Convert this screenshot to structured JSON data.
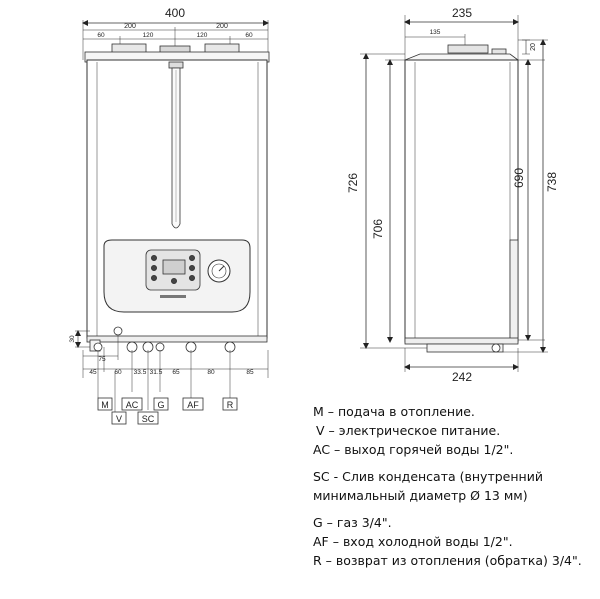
{
  "front_view": {
    "overall_width": "400",
    "width_200_left": "200",
    "width_200_right": "200",
    "sub_60_left": "60",
    "sub_120_left": "120",
    "sub_120_right": "120",
    "sub_60_right": "60",
    "height_30": "30",
    "bottom_dims": [
      "45",
      "60",
      "33.5",
      "31.5",
      "65",
      "80",
      "85"
    ],
    "dim_75": "75"
  },
  "side_view": {
    "width_235": "235",
    "width_135": "135",
    "top_20": "20",
    "height_726": "726",
    "height_706": "706",
    "height_690": "690",
    "height_738": "738",
    "width_242": "242"
  },
  "connection_labels": {
    "M": "M",
    "V": "V",
    "AC": "AC",
    "SC": "SC",
    "G": "G",
    "AF": "AF",
    "R": "R"
  },
  "legend": {
    "m": "M – подача в отопление.",
    "v": "V – электрическое питание.",
    "ac": "AC – выход горячей воды 1/2\".",
    "sc_1": "SC - Слив конденсата (внутренний",
    "sc_2": "минимальный диаметр Ø 13 мм)",
    "g": "G – газ 3/4\".",
    "af": "AF – вход холодной воды 1/2\".",
    "r": "R – возврат из отопления (обратка) 3/4\"."
  }
}
